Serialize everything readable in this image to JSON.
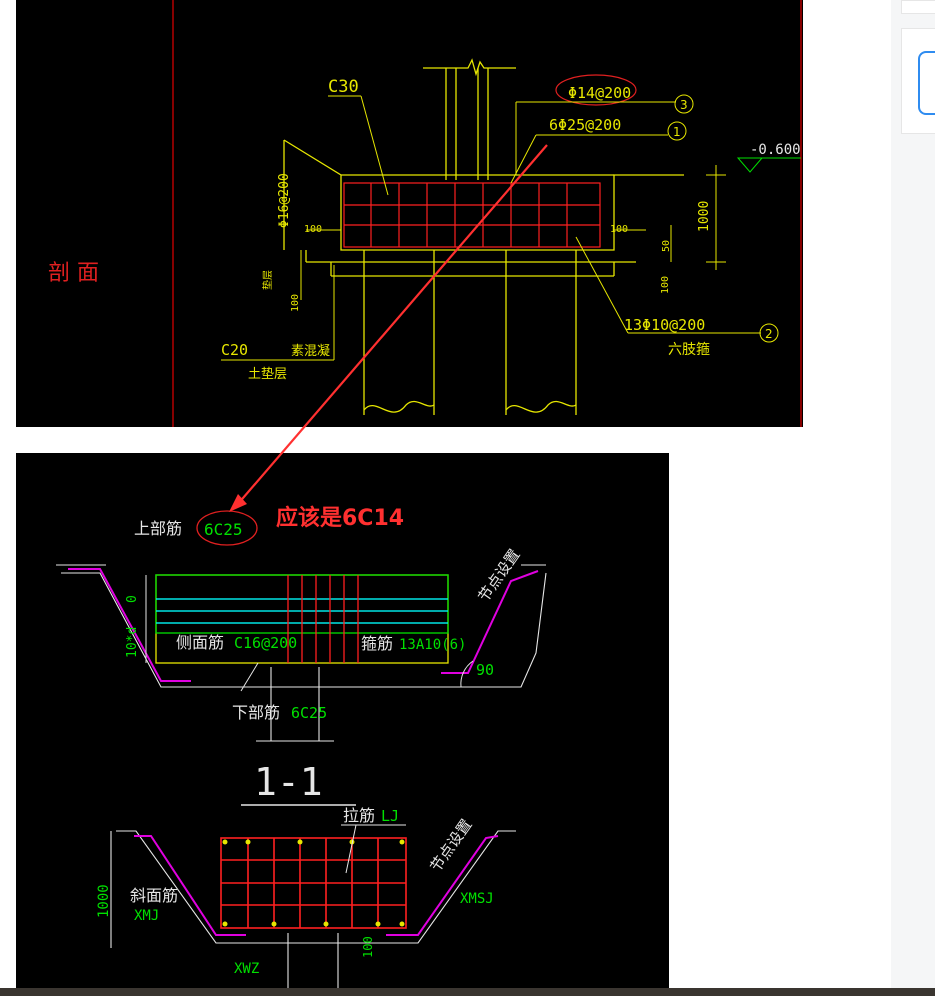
{
  "top_drawing": {
    "section_label": "剖 面",
    "concrete_grade": "C30",
    "rebar_top": "Φ14@200",
    "rebar_main": "6Φ25@200",
    "rebar_side": "Φ16@200",
    "stirrup": "13Φ10@200",
    "stirrup_type": "六肢箍",
    "cushion_grade": "C20",
    "cushion_material": "素混凝",
    "cushion_layer": "土垫层",
    "cushion_word": "垫层",
    "elevation": "-0.600",
    "dim_1000": "1000",
    "dim_100": "100",
    "dim_50": "50",
    "callout_1": "1",
    "callout_2": "2",
    "callout_3": "3"
  },
  "annotation": {
    "correction_text": "应该是6C14"
  },
  "bottom_drawing": {
    "top_rebar_label": "上部筋",
    "top_rebar_value": "6C25",
    "side_rebar_label": "侧面筋",
    "side_rebar_value": "C16@200",
    "stirrup_label": "箍筋",
    "stirrup_value": "13A10(6)",
    "bottom_rebar_label": "下部筋",
    "bottom_rebar_value": "6C25",
    "node_setting": "节点设置",
    "angle": "90",
    "dim_0": "0",
    "dim_10d": "10*d",
    "section_title": "1-1",
    "tie_label": "拉筋",
    "tie_value": "LJ",
    "slope_rebar_label": "斜面筋",
    "slope_rebar_value": "XMJ",
    "xmsj": "XMSJ",
    "xwz": "XWZ",
    "dim_1000": "1000",
    "dim_100": "100"
  }
}
